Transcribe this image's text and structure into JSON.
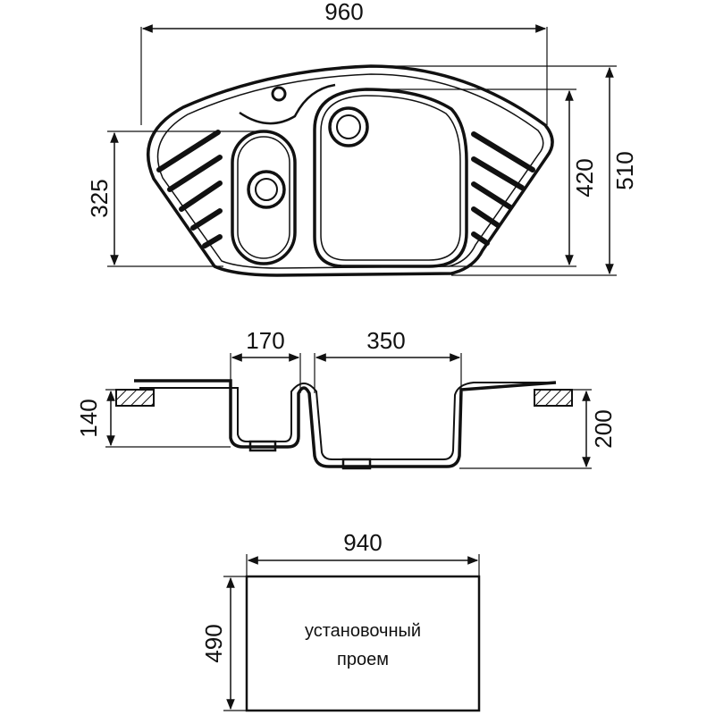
{
  "top_view": {
    "width": "960",
    "depth": "510",
    "bowl_depth_large": "420",
    "bowl_depth_small": "325"
  },
  "section_view": {
    "small_bowl_width": "170",
    "large_bowl_width": "350",
    "small_bowl_height": "140",
    "large_bowl_height": "200"
  },
  "cutout": {
    "width": "940",
    "height": "490",
    "label_line1": "установочный",
    "label_line2": "проем"
  },
  "colors": {
    "line": "#111111",
    "background": "#ffffff"
  }
}
